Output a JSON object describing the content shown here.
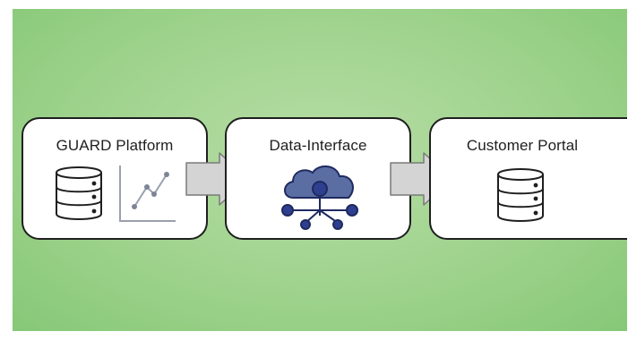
{
  "diagram": {
    "nodes": [
      {
        "id": "guard",
        "label": "GUARD Platform",
        "icons": [
          "database-icon",
          "line-chart-icon"
        ]
      },
      {
        "id": "interface",
        "label": "Data-Interface",
        "icons": [
          "cloud-network-icon"
        ]
      },
      {
        "id": "portal",
        "label": "Customer Portal",
        "icons": [
          "database-icon"
        ]
      }
    ],
    "edges": [
      {
        "from": "guard",
        "to": "interface"
      },
      {
        "from": "interface",
        "to": "portal"
      }
    ]
  },
  "colors": {
    "background": "#9fd38d",
    "card": "#ffffff",
    "outline": "#1f1f1f",
    "arrow_fill": "#d4d4d4",
    "node_accent": "#2f3f8f",
    "chart_point": "#7d8496"
  }
}
